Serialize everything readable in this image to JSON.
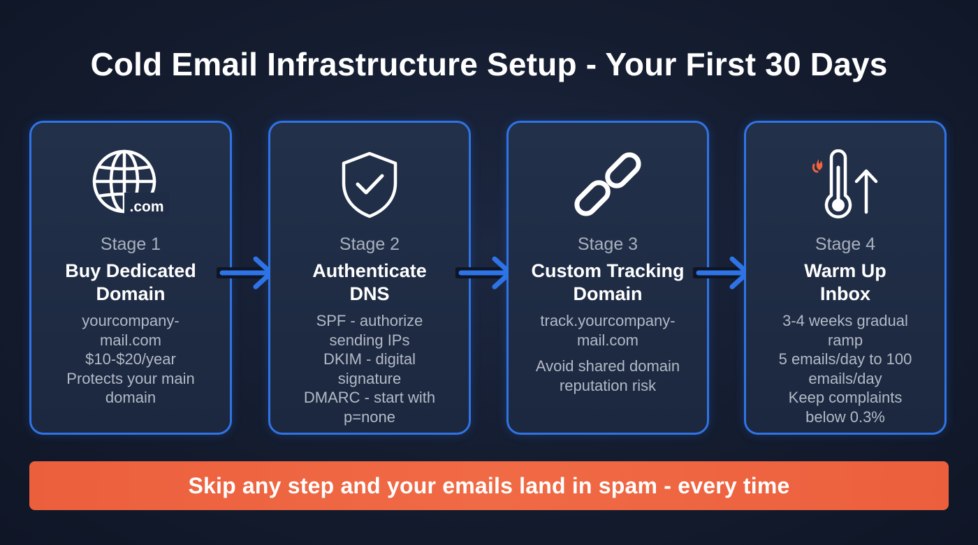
{
  "title": "Cold Email Infrastructure Setup - Your First 30 Days",
  "stages": [
    {
      "icon": "globe-icon",
      "icon_text": ".com",
      "stage_label": "Stage 1",
      "heading": "Buy Dedicated\nDomain",
      "details": [
        "yourcompany-",
        "mail.com",
        "$10-$20/year",
        "Protects your main",
        "domain"
      ]
    },
    {
      "icon": "shield-check-icon",
      "stage_label": "Stage 2",
      "heading": "Authenticate\nDNS",
      "details": [
        "SPF - authorize",
        "sending IPs",
        "DKIM - digital",
        "signature",
        "DMARC - start with",
        "p=none"
      ]
    },
    {
      "icon": "chain-link-icon",
      "stage_label": "Stage 3",
      "heading": "Custom Tracking\nDomain",
      "details": [
        "track.yourcompany-",
        "mail.com",
        "Avoid shared domain",
        "reputation risk"
      ]
    },
    {
      "icon": "thermometer-up-icon",
      "stage_label": "Stage 4",
      "heading": "Warm Up\nInbox",
      "details": [
        "3-4 weeks gradual",
        "ramp",
        "5 emails/day to 100",
        "emails/day",
        "Keep complaints",
        "below 0.3%"
      ]
    }
  ],
  "banner": {
    "text": "Skip any step and your emails land in spam - every time"
  },
  "colors": {
    "background": "#141c2f",
    "card_border": "#2f74e6",
    "arrow": "#2f74e6",
    "banner": "#ec5f3d",
    "stage_label": "#a9b1bf"
  }
}
